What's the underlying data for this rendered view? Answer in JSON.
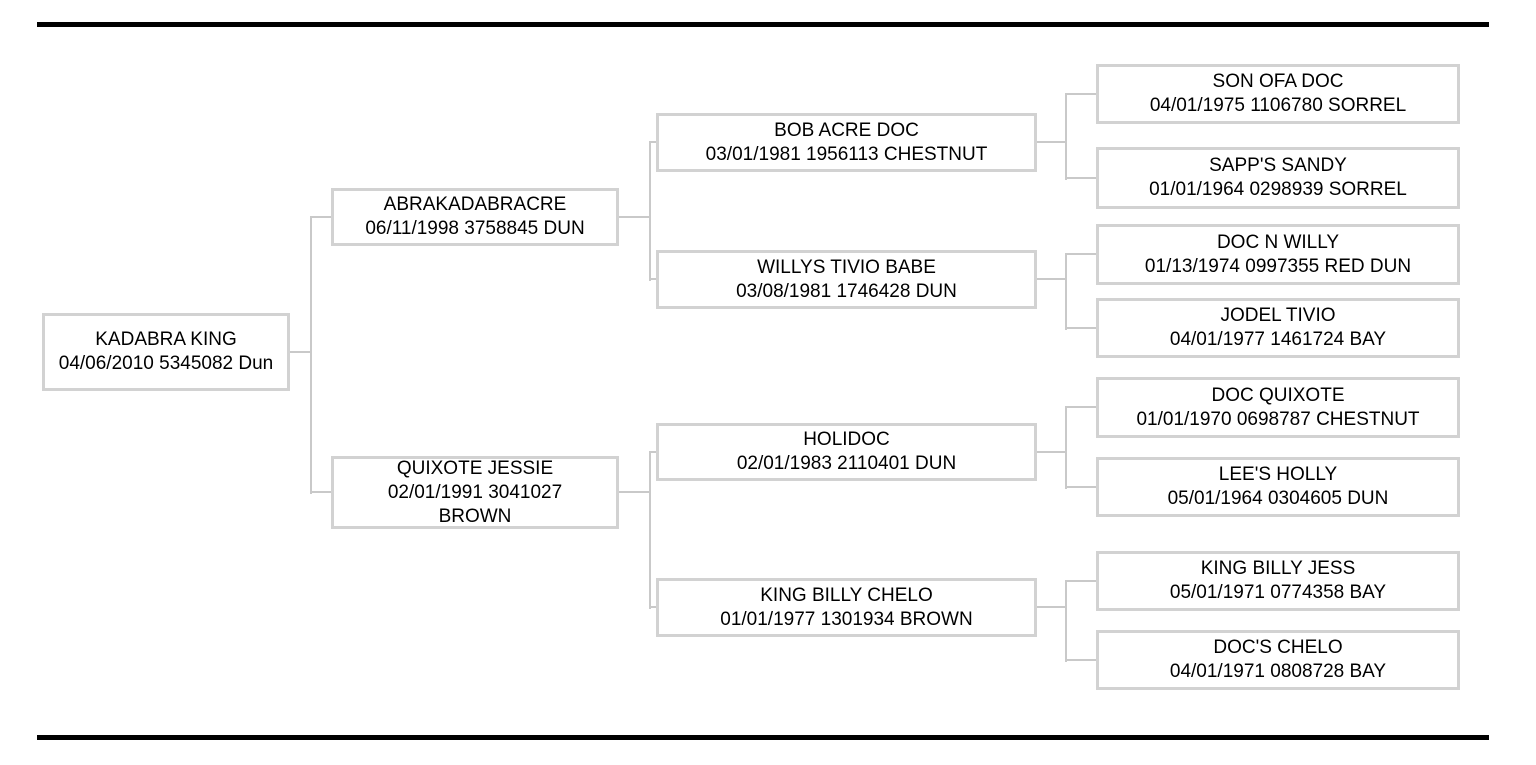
{
  "colors": {
    "background": "#ffffff",
    "rule": "#000000",
    "box_border": "#d2d2d2",
    "connector": "#c9c9c9",
    "text": "#000000"
  },
  "pedigree": {
    "subject": {
      "lines": [
        "KADABRA KING",
        "04/06/2010 5345082 Dun"
      ]
    },
    "sire": {
      "lines": [
        "ABRAKADABRACRE",
        "06/11/1998 3758845 DUN"
      ]
    },
    "dam": {
      "lines": [
        "QUIXOTE JESSIE",
        "02/01/1991 3041027",
        "BROWN"
      ]
    },
    "sire_sire": {
      "lines": [
        "BOB ACRE DOC",
        "03/01/1981 1956113 CHESTNUT"
      ]
    },
    "sire_dam": {
      "lines": [
        "WILLYS TIVIO BABE",
        "03/08/1981 1746428 DUN"
      ]
    },
    "dam_sire": {
      "lines": [
        "HOLIDOC",
        "02/01/1983 2110401 DUN"
      ]
    },
    "dam_dam": {
      "lines": [
        "KING BILLY CHELO",
        "01/01/1977 1301934 BROWN"
      ]
    },
    "sire_sire_sire": {
      "lines": [
        "SON OFA DOC",
        "04/01/1975 1106780 SORREL"
      ]
    },
    "sire_sire_dam": {
      "lines": [
        "SAPP'S SANDY",
        "01/01/1964 0298939 SORREL"
      ]
    },
    "sire_dam_sire": {
      "lines": [
        "DOC N WILLY",
        "01/13/1974 0997355 RED DUN"
      ]
    },
    "sire_dam_dam": {
      "lines": [
        "JODEL TIVIO",
        "04/01/1977 1461724 BAY"
      ]
    },
    "dam_sire_sire": {
      "lines": [
        "DOC QUIXOTE",
        "01/01/1970 0698787 CHESTNUT"
      ]
    },
    "dam_sire_dam": {
      "lines": [
        "LEE'S HOLLY",
        "05/01/1964 0304605 DUN"
      ]
    },
    "dam_dam_sire": {
      "lines": [
        "KING BILLY JESS",
        "05/01/1971 0774358 BAY"
      ]
    },
    "dam_dam_dam": {
      "lines": [
        "DOC'S CHELO",
        "04/01/1971 0808728 BAY"
      ]
    }
  }
}
